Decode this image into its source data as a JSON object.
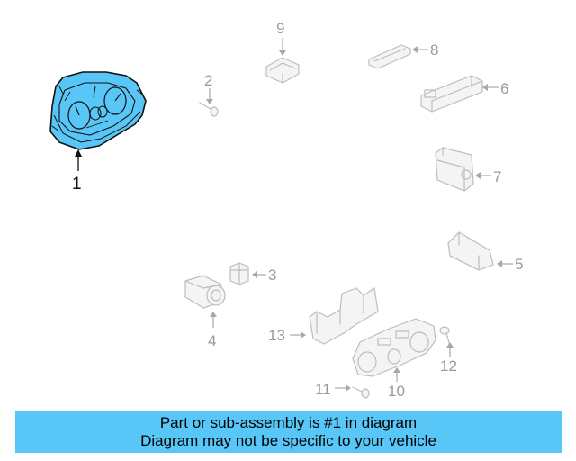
{
  "callouts": {
    "c1": "1",
    "c2": "2",
    "c3": "3",
    "c4": "4",
    "c5": "5",
    "c6": "6",
    "c7": "7",
    "c8": "8",
    "c9": "9",
    "c10": "10",
    "c11": "11",
    "c12": "12",
    "c13": "13"
  },
  "highlight_color": "#58c6f6",
  "banner": {
    "line1": "Part or sub-assembly is #1 in diagram",
    "line2": "Diagram may not be specific to your vehicle"
  }
}
